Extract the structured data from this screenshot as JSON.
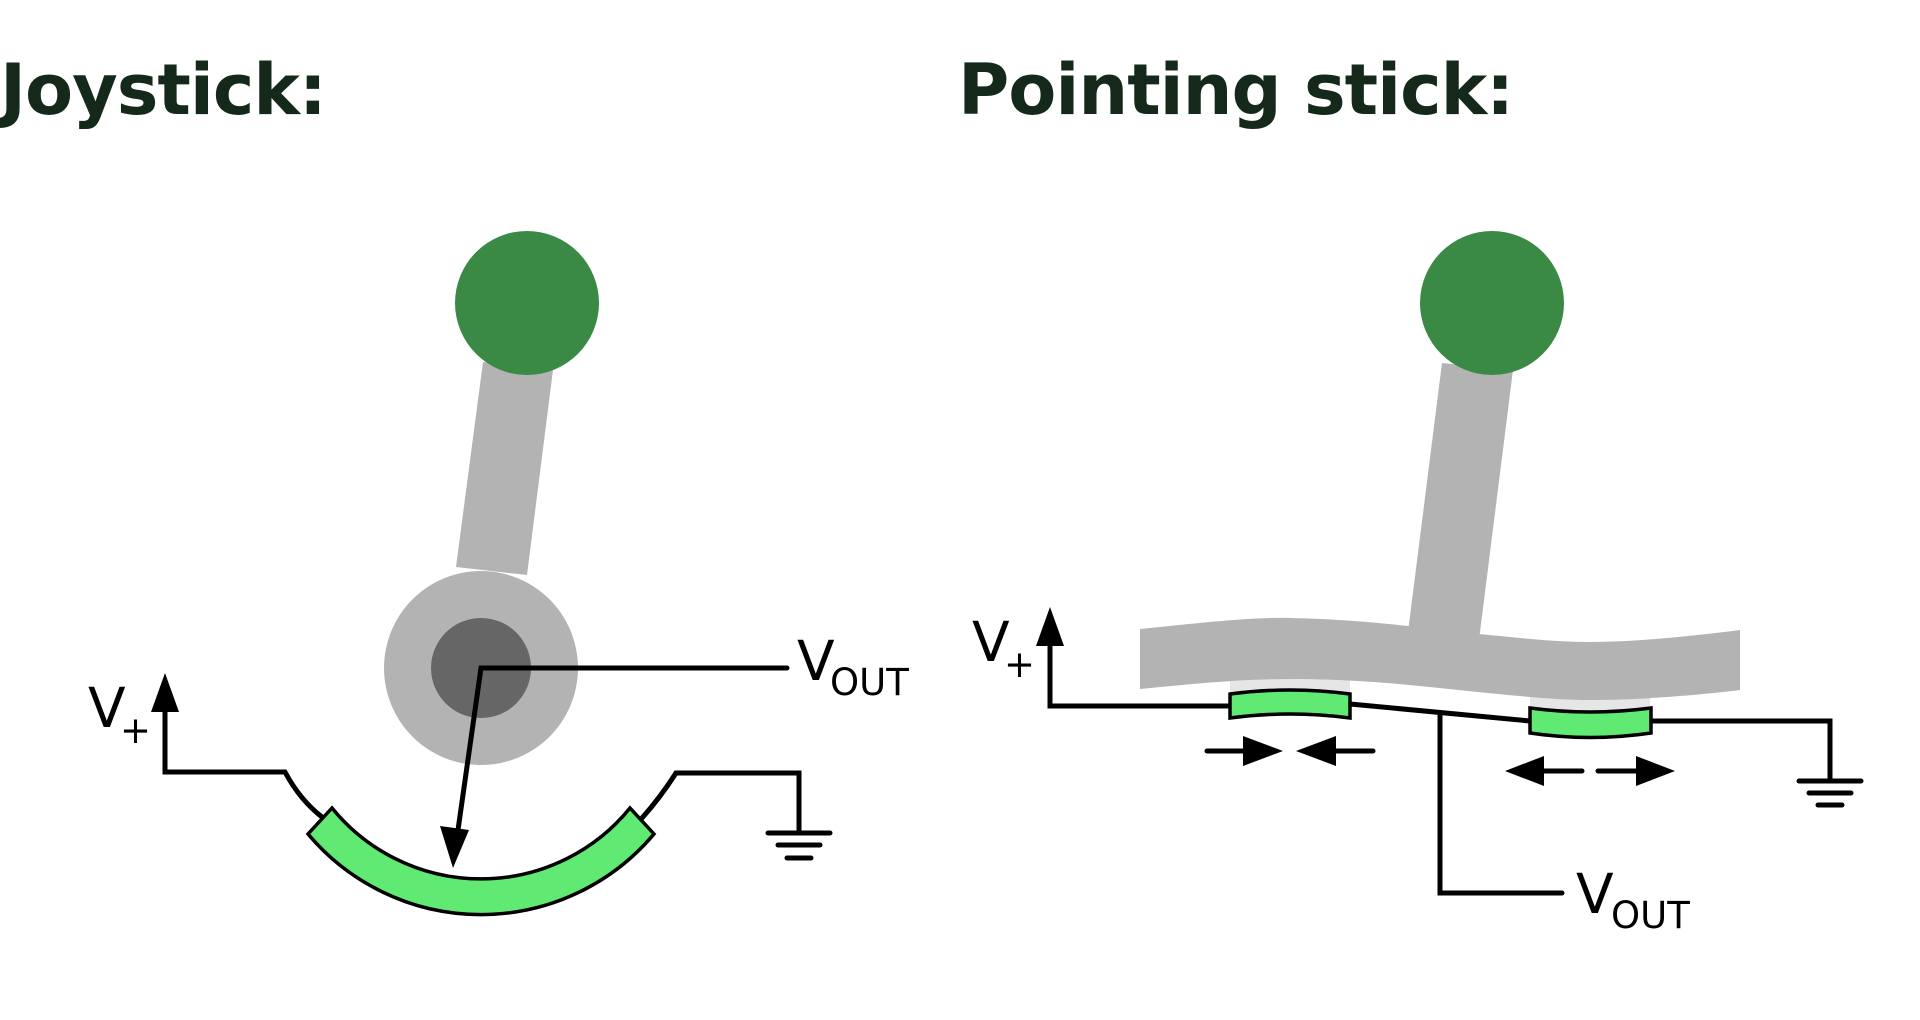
{
  "titles": {
    "joystick": "Joystick:",
    "pointing_stick": "Pointing stick:"
  },
  "joystick": {
    "supply_label": "V",
    "supply_sub": "+",
    "output_label": "V",
    "output_sub": "OUT",
    "components": [
      "knob",
      "lever",
      "pivot",
      "wiper",
      "resistive-track",
      "ground"
    ]
  },
  "pointing_stick": {
    "supply_label": "V",
    "supply_sub": "+",
    "output_label": "V",
    "output_sub": "OUT",
    "components": [
      "knob",
      "stick",
      "flexing-base",
      "strain-gauge-compressed",
      "strain-gauge-stretched",
      "ground"
    ],
    "left_gauge_force": "compression",
    "right_gauge_force": "tension"
  },
  "colors": {
    "knob": "#3a8a45",
    "body_gray": "#b3b3b3",
    "pivot_dark": "#666666",
    "resistor_fill": "#61ea73",
    "pad_gray": "#e6e6e6",
    "title": "#14291a",
    "wire": "#000000"
  }
}
